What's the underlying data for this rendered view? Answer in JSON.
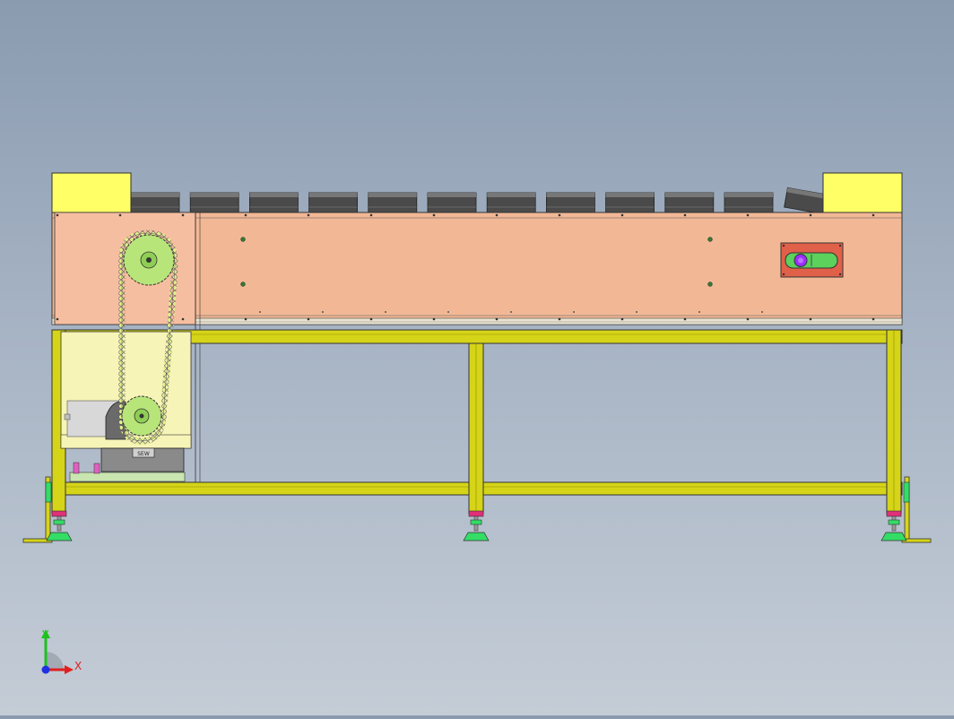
{
  "viewport": {
    "background_top": "#8a9bb0",
    "background_bottom": "#c4ccd6"
  },
  "machine": {
    "colors": {
      "end_block": "#ffff66",
      "side_panel": "#f2b896",
      "guard_panel": "#f6bea0",
      "frame": "#d6d418",
      "frame_shade": "#b8b400",
      "inner_panel": "#f7f4b8",
      "roller": "#4a4a4a",
      "roller_top": "#777777",
      "sprocket": "#b8e57a",
      "chain": "#e2ef8a",
      "foot": "#33dd66",
      "foot_collar": "#e0307a",
      "indicator_plate": "#e0604a",
      "indicator_slot": "#5cd15c",
      "indicator_knob": "#9b30ff",
      "outline": "#333333",
      "fastener": "#2e7d32"
    },
    "roller_count": 11,
    "motor_plate_text": "SEW"
  },
  "triad": {
    "x_label": "X",
    "y_label": "Y",
    "x_color": "#e02020",
    "y_color": "#20c020",
    "origin_color": "#2030e0"
  }
}
